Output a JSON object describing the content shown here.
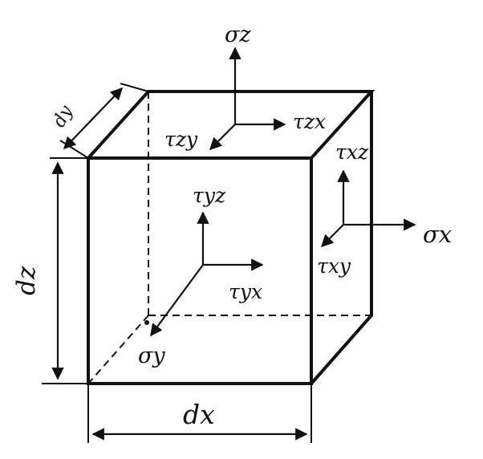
{
  "labels": {
    "dx": "dx",
    "dy": "dy",
    "dz": "dz",
    "sigma_z": "σz",
    "sigma_x": "σx",
    "sigma_y": "σy",
    "tau_zy": "τzy",
    "tau_zx": "τzx",
    "tau_xz": "τxz",
    "tau_xy": "τxy",
    "tau_yz": "τyz",
    "tau_yx": "τyx"
  },
  "colors": {
    "ink": "#111111",
    "background": "#ffffff"
  }
}
